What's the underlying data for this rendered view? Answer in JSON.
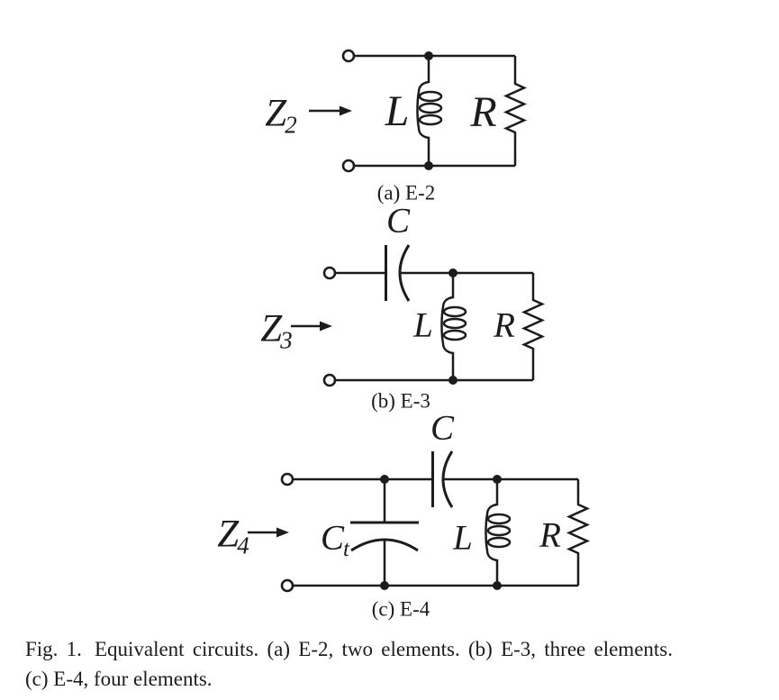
{
  "circuits": [
    {
      "subcaption": "(a) E-2",
      "impedance_symbol": "Z",
      "impedance_subscript": "2",
      "inductor_label": "L",
      "resistor_label": "R"
    },
    {
      "subcaption": "(b) E-3",
      "impedance_symbol": "Z",
      "impedance_subscript": "3",
      "series_capacitor_label": "C",
      "inductor_label": "L",
      "resistor_label": "R"
    },
    {
      "subcaption": "(c) E-4",
      "impedance_symbol": "Z",
      "impedance_subscript": "4",
      "series_capacitor_label": "C",
      "shunt_capacitor_label": "C",
      "shunt_capacitor_subscript": "t",
      "inductor_label": "L",
      "resistor_label": "R"
    }
  ],
  "figure_caption": {
    "prefix": "Fig. 1.",
    "line1_rest": "Equivalent circuits. (a) E-2, two elements. (b) E-3, three elements.",
    "line2": "(c) E-4, four elements."
  }
}
